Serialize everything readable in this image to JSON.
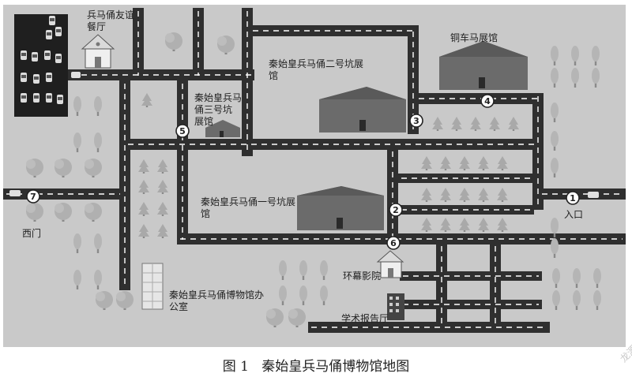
{
  "map": {
    "colors": {
      "background": "#c9c9c9",
      "road": "#2f2f2f",
      "road_marking": "#ffffff",
      "building_roof": "#5b5b5b",
      "building_wall": "#787878",
      "parking_lot": "#1f1f1f",
      "tree": "#ababab"
    },
    "labels": {
      "restaurant": "兵马俑友谊餐厅",
      "pit2": "秦始皇兵马俑二号坑展馆",
      "pit3": "秦始皇兵马俑三号坑展馆",
      "chariot": "铜车马展馆",
      "pit1": "秦始皇兵马俑一号坑展馆",
      "office": "秦始皇兵马俑博物馆办公室",
      "cinema": "环幕影院",
      "lecture": "学术报告厅",
      "entrance": "入口",
      "west_gate": "西门"
    },
    "markers": [
      "1",
      "2",
      "3",
      "4",
      "5",
      "6",
      "7"
    ]
  },
  "caption": "图 1   秦始皇兵马俑博物馆地图",
  "watermark": "龙源期刊网"
}
